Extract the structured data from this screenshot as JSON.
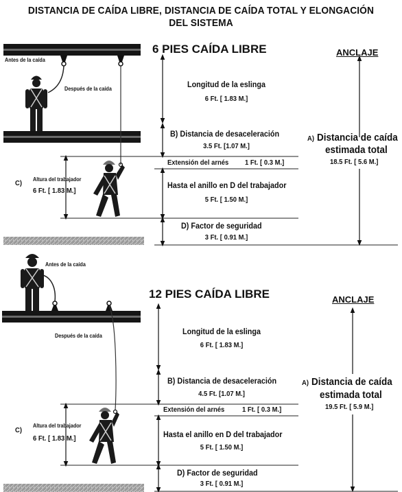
{
  "title_line1": "DISTANCIA DE CAÍDA LIBRE, DISTANCIA DE CAÍDA TOTAL Y ELONGACIÓN",
  "title_line2": "DEL SISTEMA",
  "panels": [
    {
      "heading": "6 PIES CAÍDA LIBRE",
      "anchor_label": "ANCLAJE",
      "before_label": "Antes de la caída",
      "after_label": "Después de la caída",
      "lanyard_label": "Longitud de la eslinga",
      "lanyard_value": "6 Ft. [ 1.83 M.]",
      "decel_label": "B)  Distancia de desaceleración",
      "decel_value": "3.5 Ft. [1.07 M.]",
      "harness_label": "Extensión del arnés",
      "harness_value": "1 Ft. [ 0.3 M.]",
      "dring_label": "Hasta el anillo en D del trabajador",
      "dring_value": "5 Ft. [ 1.50 M.]",
      "safety_label": "D)  Factor de seguridad",
      "safety_value": "3 Ft. [ 0.91 M.]",
      "worker_prefix": "C)",
      "worker_label": "Altura del trabajador",
      "worker_value": "6 Ft. [ 1.83 M.]",
      "total_prefix": "A)",
      "total_label_1": "Distancia de caída",
      "total_label_2": "estimada total",
      "total_value": "18.5 Ft. [ 5.6 M.]"
    },
    {
      "heading": "12 PIES CAÍDA LIBRE",
      "anchor_label": "ANCLAJE",
      "before_label": "Antes de la caída",
      "after_label": "Después de la caída",
      "lanyard_label": "Longitud de la eslinga",
      "lanyard_value": "6 Ft. [ 1.83 M.]",
      "decel_label": "B)  Distancia de desaceleración",
      "decel_value": "4.5 Ft. [1.07 M.]",
      "harness_label": "Extensión del arnés",
      "harness_value": "1 Ft. [ 0.3 M.]",
      "dring_label": "Hasta el anillo en D del trabajador",
      "dring_value": "5 Ft. [ 1.50 M.]",
      "safety_label": "D)  Factor de seguridad",
      "safety_value": "3 Ft. [ 0.91 M.]",
      "worker_prefix": "C)",
      "worker_label": "Altura del trabajador",
      "worker_value": "6 Ft. [ 1.83 M.]",
      "total_prefix": "A)",
      "total_label_1": "Distancia de caída",
      "total_label_2": "estimada total",
      "total_value": "19.5 Ft. [ 5.9 M.]"
    }
  ]
}
